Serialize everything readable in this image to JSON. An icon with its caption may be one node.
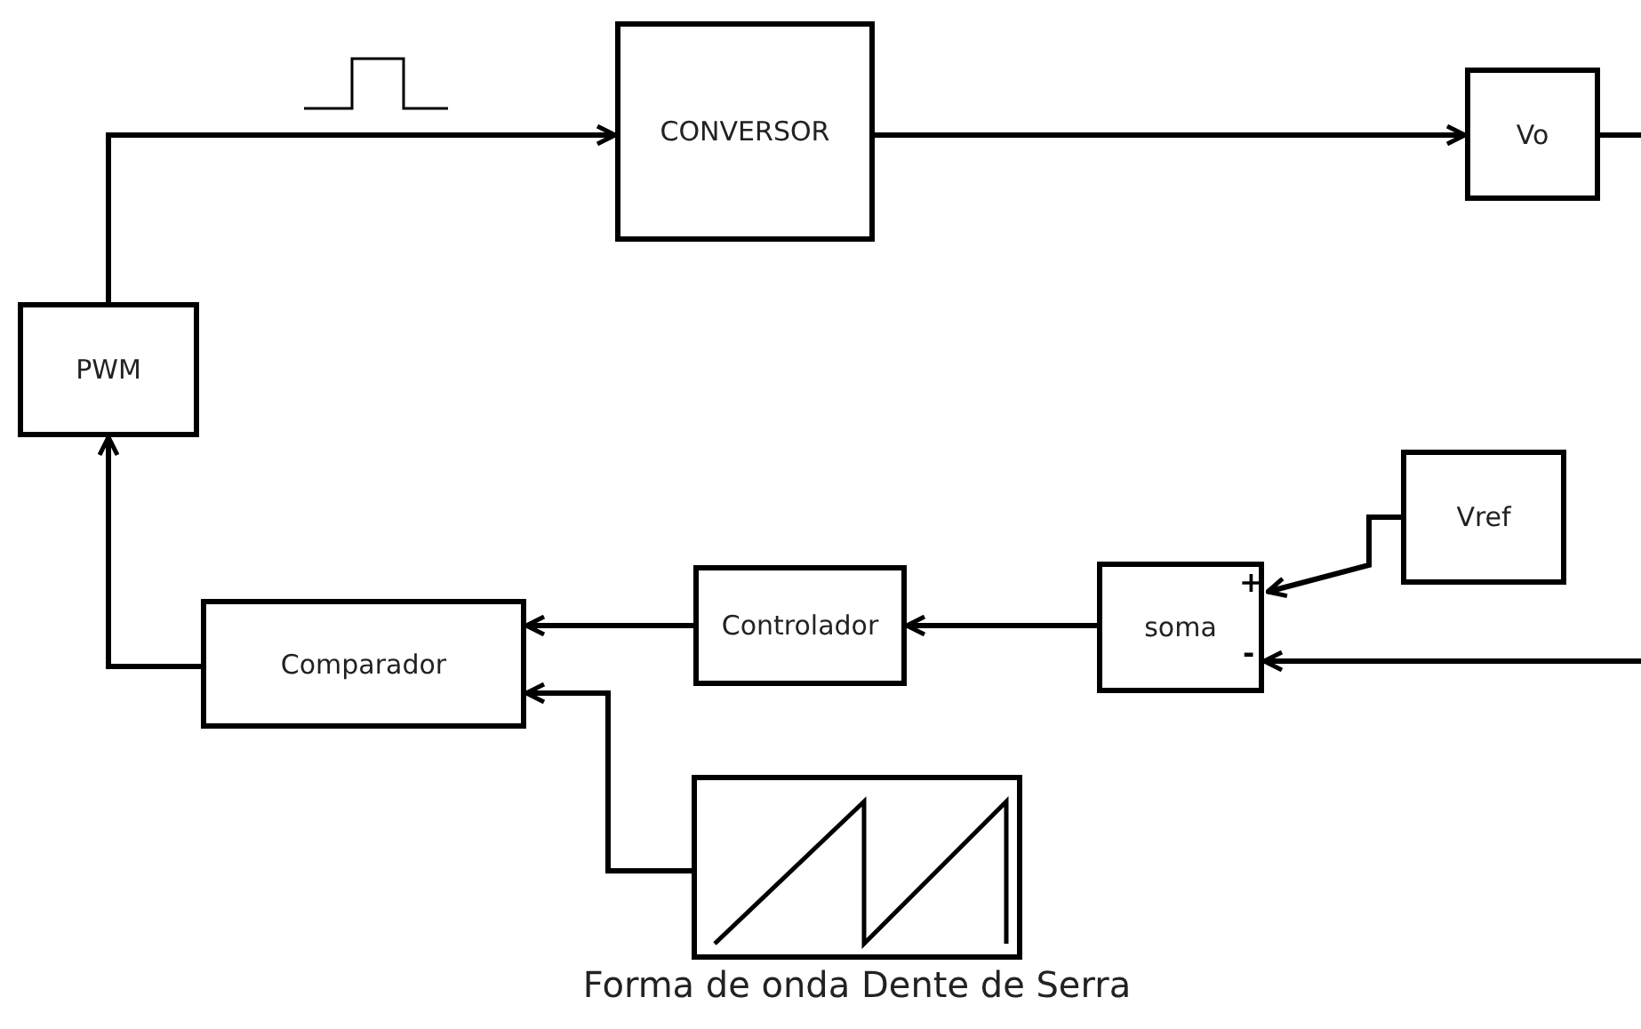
{
  "diagram": {
    "nodes": [
      {
        "text": [
          "PWM"
        ]
      },
      {
        "text": [
          "CONVERSOR"
        ]
      },
      {
        "text": [
          "Vo"
        ]
      },
      {
        "text": [
          "Vref"
        ]
      },
      {
        "text": [
          "soma"
        ]
      },
      {
        "text": [
          "Controlador"
        ]
      },
      {
        "text": [
          "Comparador"
        ]
      },
      {
        "text": [],
        "shape": "box",
        "beside": [
          "Forma de onda Dente de Serra"
        ]
      }
    ],
    "edges": [
      {
        "from": 0,
        "to": 1,
        "arrow": "to"
      },
      {
        "from": 1,
        "to": 2,
        "arrow": "to"
      },
      {
        "from": 2,
        "to": null,
        "arrow": "none"
      },
      {
        "from": null,
        "to": 4,
        "arrow": "to"
      },
      {
        "from": 3,
        "to": 4,
        "arrow": "to"
      },
      {
        "from": 4,
        "to": 5,
        "arrow": "to"
      },
      {
        "from": 5,
        "to": 6,
        "arrow": "to"
      },
      {
        "from": 7,
        "to": 6,
        "arrow": "to"
      },
      {
        "from": 6,
        "to": 0,
        "arrow": "to"
      }
    ],
    "labels": [
      "+",
      "-"
    ]
  }
}
